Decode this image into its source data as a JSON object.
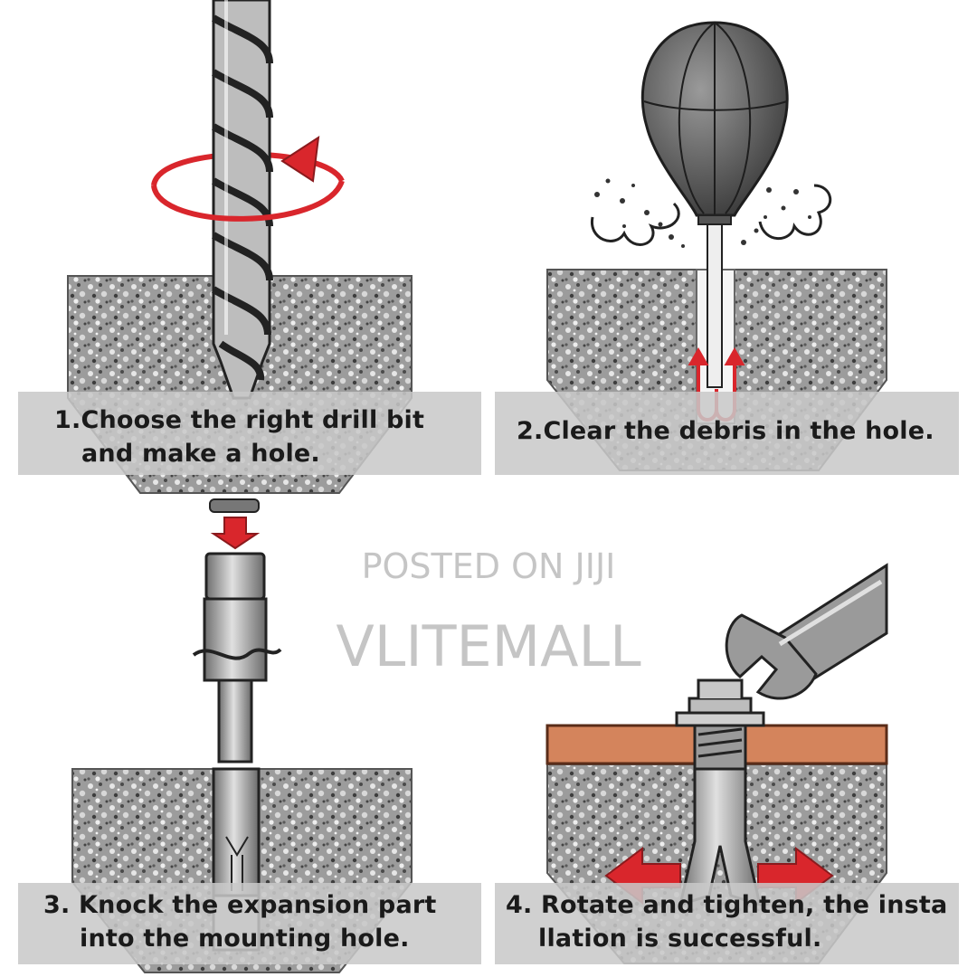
{
  "steps": [
    {
      "line1": "1.Choose the right drill bit",
      "line2": "and make a hole."
    },
    {
      "line1": "2.Clear the debris in the hole.",
      "line2": ""
    },
    {
      "line1": "3. Knock the expansion part",
      "line2": "into the mounting hole."
    },
    {
      "line1": "4. Rotate and tighten, the insta",
      "line2": "llation is successful."
    }
  ],
  "watermark": {
    "line1": "POSTED ON JIJI",
    "line2": "VLITEMALL"
  },
  "colors": {
    "arrow": "#d9262c",
    "wood": "#d4845c",
    "concrete": "#8c8c8c",
    "metal": "#9a9a9a"
  }
}
